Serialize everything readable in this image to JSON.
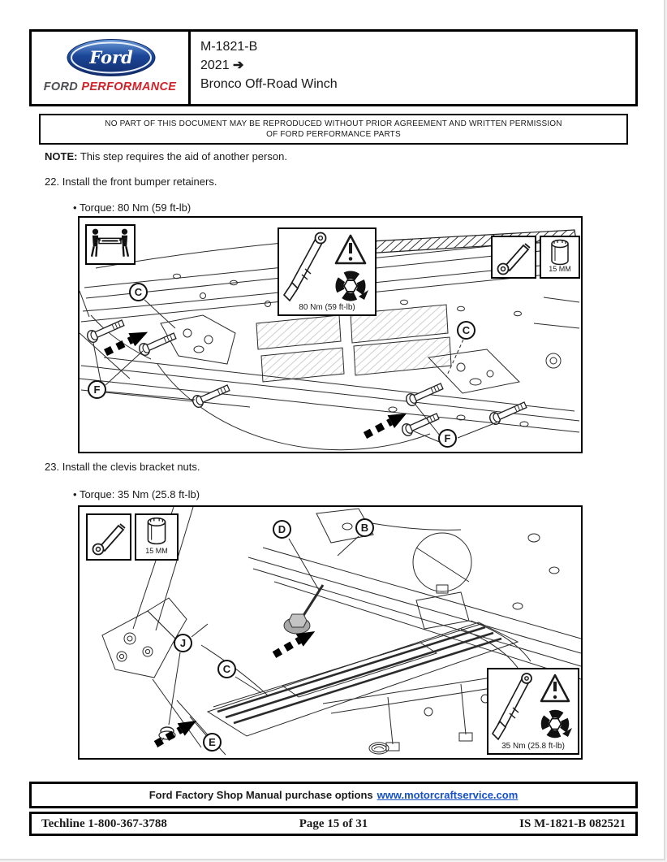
{
  "header": {
    "logo_script": "Ford",
    "brand_word1": "FORD",
    "brand_word2": "PERFORMANCE",
    "doc_number": "M-1821-B",
    "model_year": "2021",
    "year_arrow": "➔",
    "product": "Bronco Off-Road Winch"
  },
  "notice": {
    "text": "NO PART OF THIS DOCUMENT MAY BE REPRODUCED WITHOUT PRIOR AGREEMENT AND WRITTEN PERMISSION OF FORD PERFORMANCE PARTS"
  },
  "note": {
    "label": "NOTE:",
    "text": "This step requires the aid of another person."
  },
  "steps": [
    {
      "number": "22.",
      "text": "Install the front bumper retainers.",
      "bullet": "•",
      "torque": "Torque: 80 Nm (59 ft-lb)"
    },
    {
      "number": "23.",
      "text": "Install the clevis bracket nuts.",
      "bullet": "•",
      "torque": "Torque: 35 Nm (25.8 ft-lb)"
    }
  ],
  "figure1": {
    "torque_label": "80 Nm (59 ft-lb)",
    "socket_label": "15 MM",
    "callouts": {
      "c_left": "C",
      "c_right": "C",
      "f_left": "F",
      "f_right": "F"
    }
  },
  "figure2": {
    "torque_label": "35 Nm (25.8 ft-lb)",
    "socket_label": "15 MM",
    "callouts": {
      "d": "D",
      "b": "B",
      "j": "J",
      "c": "C",
      "e": "E"
    }
  },
  "footer": {
    "manual_text": "Ford Factory Shop Manual purchase options",
    "manual_link": "www.motorcraftservice.com",
    "techline": "Techline 1-800-367-3788",
    "page": "Page 15 of 31",
    "doc_id": "IS M-1821-B 082521"
  },
  "colors": {
    "ford_blue": "#1b4698",
    "performance_red": "#d1232a",
    "link_blue": "#1550c8"
  }
}
